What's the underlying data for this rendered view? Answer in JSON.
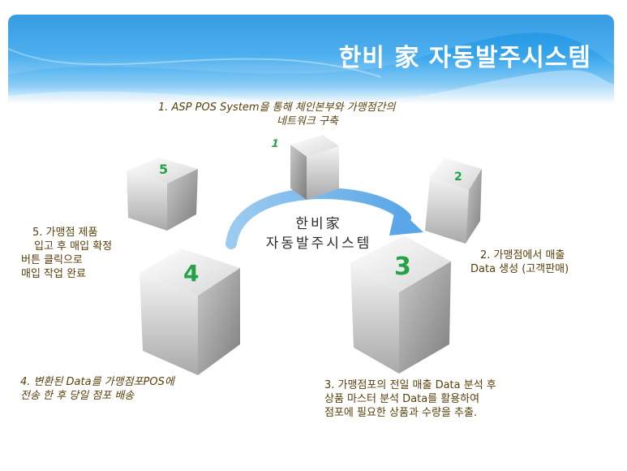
{
  "title": "한비 家 자동발주시스템",
  "center": {
    "line1": "한비家",
    "line2": "자동발주시스템"
  },
  "cubes": [
    {
      "number": "1"
    },
    {
      "number": "2"
    },
    {
      "number": "3"
    },
    {
      "number": "4"
    },
    {
      "number": "5"
    }
  ],
  "steps": {
    "step1": {
      "line1": "1. ASP POS System을 통해 체인본부와 가맹점간의",
      "line2": "네트워크 구축"
    },
    "step2": {
      "line1": "2. 가맹점에서 매출",
      "line2": "Data 생성 (고객판매)"
    },
    "step3": {
      "line1": "3. 가맹점포의 전일 매출 Data 분석 후",
      "line2": "상품 마스터 분석 Data를 활용하여",
      "line3": "점포에 필요한 상품과 수량을 추출."
    },
    "step4": {
      "line1": "4. 변환된 Data를 가맹점포POS에",
      "line2": "전송 한 후 당일 점포 배송"
    },
    "step5": {
      "line1": "5. 가맹점 제품",
      "line2": "입고 후 매입 확정",
      "line3": "버튼 클릭으로",
      "line4": "매입 작업 완료"
    }
  },
  "colors": {
    "header": "#1b8fe0",
    "number": "#23a24a",
    "label": "#5a3e0a",
    "arrow": "#6fb4ea"
  }
}
